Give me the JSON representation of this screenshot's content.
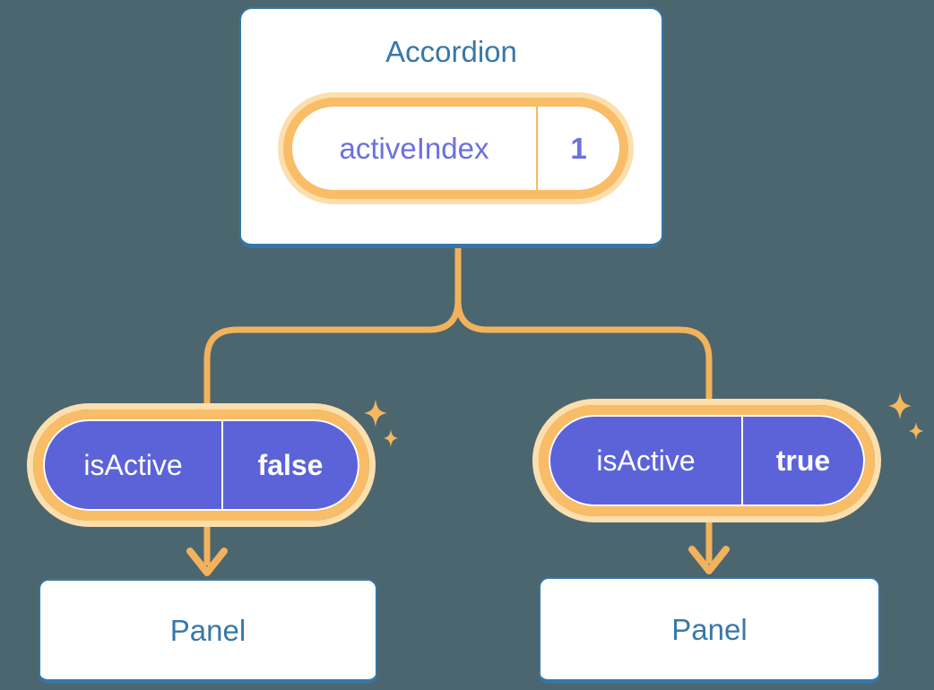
{
  "diagram": {
    "root": {
      "title": "Accordion",
      "state": {
        "name": "activeIndex",
        "value": "1"
      }
    },
    "branches": [
      {
        "prop": {
          "name": "isActive",
          "value": "false"
        },
        "child": {
          "title": "Panel"
        }
      },
      {
        "prop": {
          "name": "isActive",
          "value": "true"
        },
        "child": {
          "title": "Panel"
        }
      }
    ]
  },
  "colors": {
    "background": "#4C6670",
    "card_fill": "#FFFFFF",
    "card_border_blue": "#3576A6",
    "label_blue": "#3878A8",
    "connector_orange": "#F2B25C",
    "pill_ring_orange": "#F8BD66",
    "pill_glow_peach": "#FCDFAC",
    "state_text_purple": "#6B70E1",
    "prop_fill_purple": "#5C63D9",
    "prop_text_white": "#FFFFFF"
  },
  "icons": {
    "sparkle": "sparkle-icon",
    "arrow": "arrow-down-icon"
  }
}
